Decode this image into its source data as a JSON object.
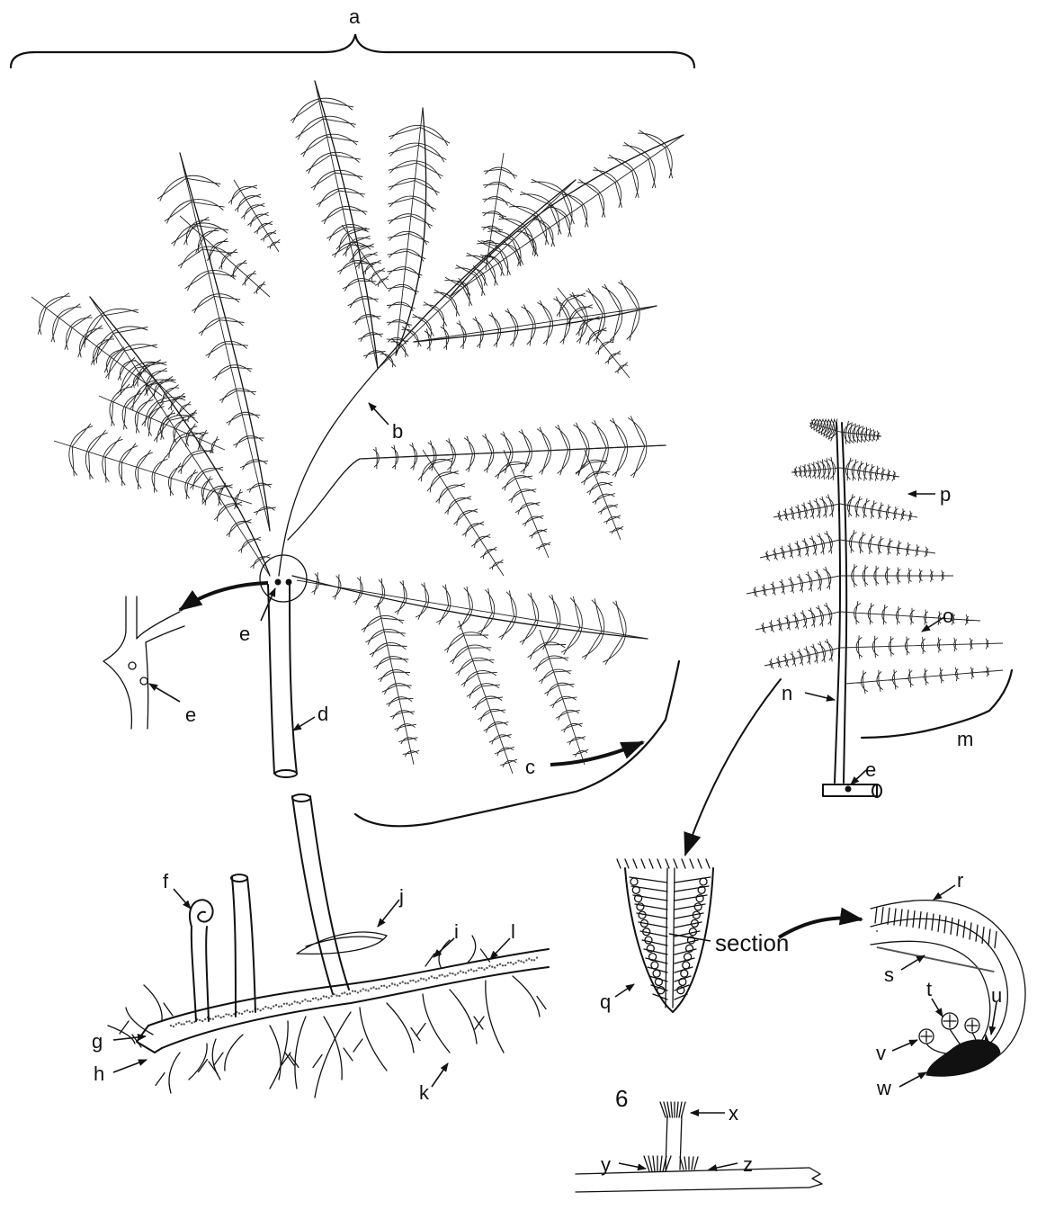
{
  "labels": {
    "a": "a",
    "b": "b",
    "c": "c",
    "d": "d",
    "e": "e",
    "f": "f",
    "g": "g",
    "h": "h",
    "i": "i",
    "j": "j",
    "k": "k",
    "l": "l",
    "m": "m",
    "n": "n",
    "o": "o",
    "p": "p",
    "q": "q",
    "r": "r",
    "s": "s",
    "t": "t",
    "u": "u",
    "v": "v",
    "w": "w",
    "x": "x",
    "y": "y",
    "z": "z",
    "section": "section",
    "six": "6"
  },
  "colors": {
    "ink": "#111111",
    "background": "#ffffff"
  }
}
